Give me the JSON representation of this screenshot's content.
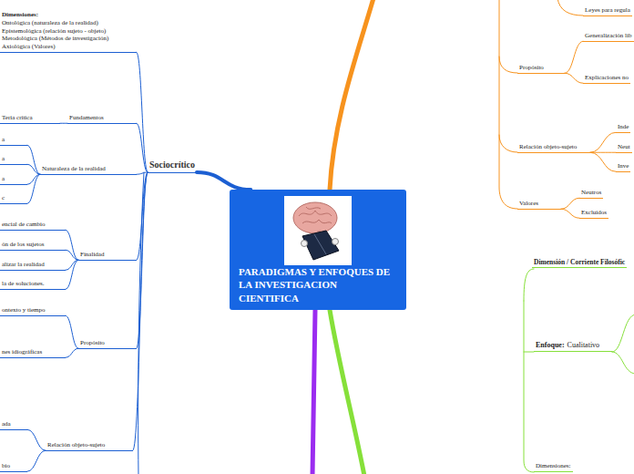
{
  "diagram": {
    "nodes": [
      {
        "text": [
          "PARADIGMAS Y ENFOQUES DE LA INVESTIGACION CIENTIFICA"
        ]
      },
      {
        "text": [
          "Sociocrítico"
        ]
      },
      {
        "text": [
          "Dimensiones:",
          "Ontológica (naturaleza de la realidad) Epistemológica (relación sujeto - objeto) Metodológica (Métodos de investigación) Axiológica (Valores)"
        ]
      },
      {
        "text": [
          "Fundamentos"
        ]
      },
      {
        "text": [
          "Teria crítica"
        ]
      },
      {
        "text": [
          "Naturaleza de la realidad"
        ]
      },
      {
        "text": [
          "a"
        ]
      },
      {
        "text": [
          "a"
        ]
      },
      {
        "text": [
          "a"
        ]
      },
      {
        "text": [
          "c"
        ]
      },
      {
        "text": [
          "Finalidad"
        ]
      },
      {
        "text": [
          "encial de cambio"
        ]
      },
      {
        "text": [
          "ón de los sujetos"
        ]
      },
      {
        "text": [
          "alizar la realidad"
        ]
      },
      {
        "text": [
          "la de soluciones."
        ]
      },
      {
        "text": [
          "Propósito"
        ]
      },
      {
        "text": [
          "ontexto y tiempo"
        ]
      },
      {
        "text": [
          "nes idiográficas"
        ]
      },
      {
        "text": [
          "Relación objeto-sujeto"
        ]
      },
      {
        "text": [
          "ada"
        ]
      },
      {
        "text": [
          "bio"
        ]
      },
      {
        "text": [
          "Leyes para regula"
        ]
      },
      {
        "text": [
          "Propósito"
        ]
      },
      {
        "text": [
          "Generalización lib"
        ]
      },
      {
        "text": [
          "Explicaciones no"
        ]
      },
      {
        "text": [
          "Relación objeto-sujeto"
        ]
      },
      {
        "text": [
          "Inde"
        ]
      },
      {
        "text": [
          "Neut"
        ]
      },
      {
        "text": [
          "Inve"
        ]
      },
      {
        "text": [
          "Valores"
        ]
      },
      {
        "text": [
          "Neutros"
        ]
      },
      {
        "text": [
          "Excluidos"
        ]
      },
      {
        "text": [
          "Dimensión / Corriente Filosófic"
        ]
      },
      {
        "text": [
          "Enfoque:",
          "Cualitativo"
        ]
      },
      {
        "text": [
          "Dimensiones:"
        ]
      }
    ],
    "edges": [
      {
        "from": 0,
        "to": 1,
        "arrow": "none"
      },
      {
        "from": 1,
        "to": 2,
        "arrow": "none"
      },
      {
        "from": 1,
        "to": 3,
        "arrow": "none"
      },
      {
        "from": 3,
        "to": 4,
        "arrow": "none"
      },
      {
        "from": 1,
        "to": 5,
        "arrow": "none"
      },
      {
        "from": 5,
        "to": 6,
        "arrow": "none"
      },
      {
        "from": 5,
        "to": 7,
        "arrow": "none"
      },
      {
        "from": 5,
        "to": 8,
        "arrow": "none"
      },
      {
        "from": 5,
        "to": 9,
        "arrow": "none"
      },
      {
        "from": 1,
        "to": 10,
        "arrow": "none"
      },
      {
        "from": 10,
        "to": 11,
        "arrow": "none"
      },
      {
        "from": 10,
        "to": 12,
        "arrow": "none"
      },
      {
        "from": 10,
        "to": 13,
        "arrow": "none"
      },
      {
        "from": 10,
        "to": 14,
        "arrow": "none"
      },
      {
        "from": 1,
        "to": 15,
        "arrow": "none"
      },
      {
        "from": 15,
        "to": 16,
        "arrow": "none"
      },
      {
        "from": 15,
        "to": 17,
        "arrow": "none"
      },
      {
        "from": 1,
        "to": 18,
        "arrow": "none"
      },
      {
        "from": 18,
        "to": 19,
        "arrow": "none"
      },
      {
        "from": 18,
        "to": 20,
        "arrow": "none"
      },
      {
        "from": 22,
        "to": 23,
        "arrow": "none"
      },
      {
        "from": 22,
        "to": 24,
        "arrow": "none"
      },
      {
        "from": 25,
        "to": 26,
        "arrow": "none"
      },
      {
        "from": 25,
        "to": 27,
        "arrow": "none"
      },
      {
        "from": 25,
        "to": 28,
        "arrow": "none"
      },
      {
        "from": 29,
        "to": 30,
        "arrow": "none"
      },
      {
        "from": 29,
        "to": 31,
        "arrow": "none"
      }
    ]
  }
}
